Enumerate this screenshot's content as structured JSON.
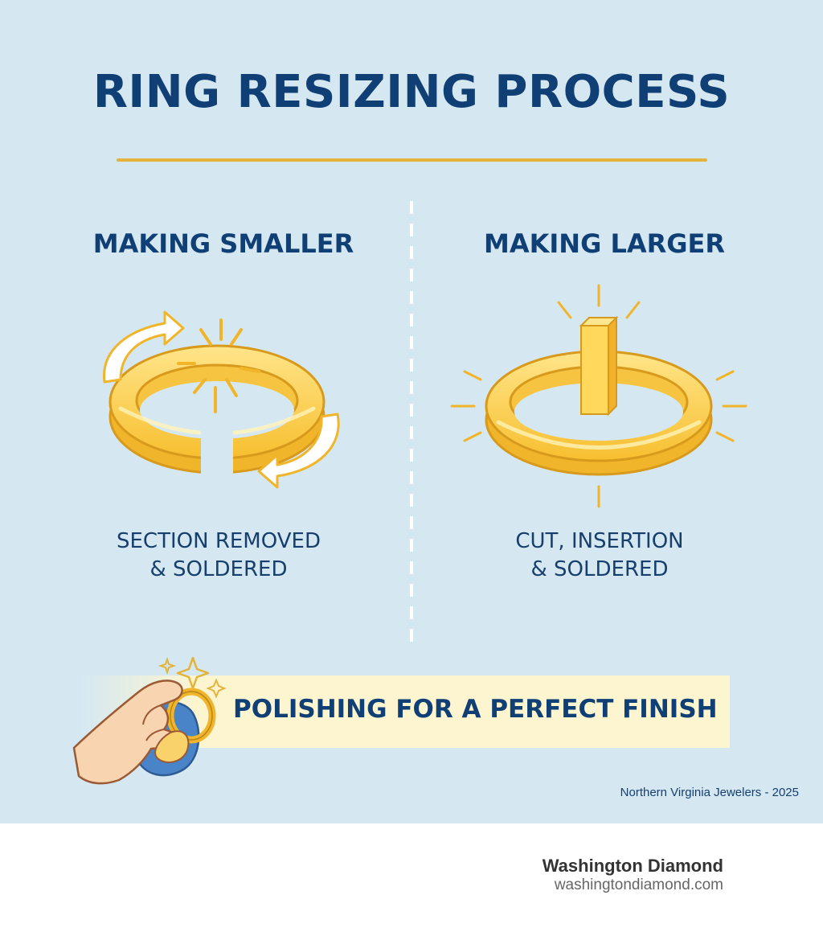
{
  "title": "RING RESIZING PROCESS",
  "columns": [
    {
      "heading": "MAKING SMALLER",
      "caption_lines": [
        "SECTION REMOVED",
        "& SOLDERED"
      ],
      "icon": "ring-with-gap-and-arrows-icon"
    },
    {
      "heading": "MAKING LARGER",
      "caption_lines": [
        "CUT, INSERTION",
        "& SOLDERED"
      ],
      "icon": "ring-with-inserted-bar-icon"
    }
  ],
  "banner": {
    "text": "POLISHING FOR A PERFECT FINISH",
    "icon": "hand-polishing-ring-icon"
  },
  "credit": "Northern Virginia Jewelers - 2025",
  "brand": {
    "name": "Washington Diamond",
    "url": "washingtondiamond.com"
  },
  "colors": {
    "background": "#d5e8f2",
    "navy": "#0f3f74",
    "gold": "#e4b33a",
    "ring_fill": "#ffd45a",
    "banner": "#fdf5cf"
  }
}
